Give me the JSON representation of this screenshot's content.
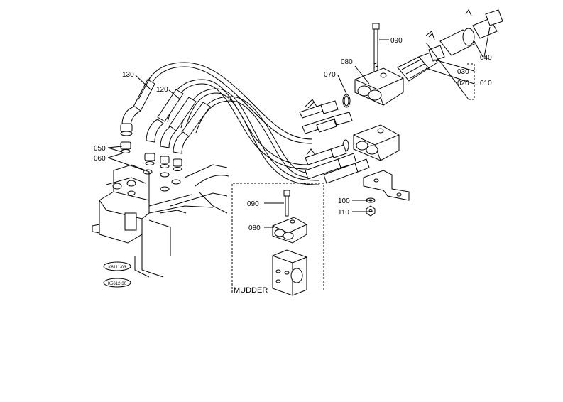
{
  "parts": {
    "p130": "130",
    "p120": "120",
    "p050": "050",
    "p060": "060",
    "p070": "070",
    "p080": "080",
    "p090": "090",
    "p040": "040",
    "p030": "030",
    "p020": "020",
    "p010": "010",
    "p100": "100",
    "p110": "110"
  },
  "inset": {
    "p090": "090",
    "p080": "080",
    "caption": "MUDDER"
  },
  "refs": {
    "ref1": "K6111-03",
    "ref2": "K5612-30"
  }
}
